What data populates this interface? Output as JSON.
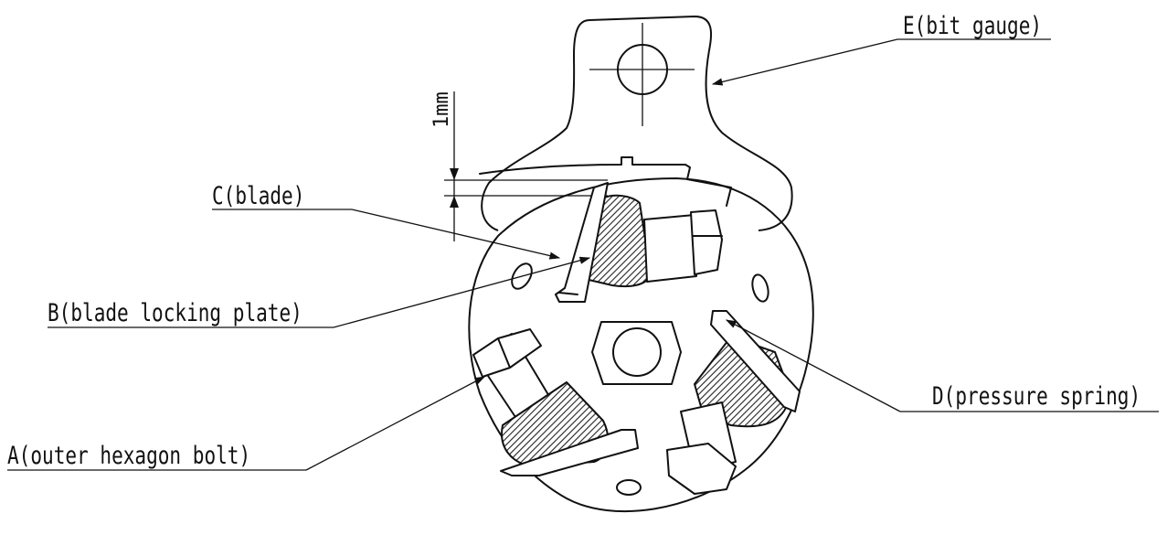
{
  "labels": {
    "e": "E(bit gauge)",
    "c": "C(blade)",
    "b": "B(blade locking plate)",
    "a": "A(outer hexagon bolt)",
    "d": "D(pressure spring)",
    "dimension": "1mm"
  },
  "colors": {
    "line": "#111111",
    "background": "#ffffff"
  }
}
